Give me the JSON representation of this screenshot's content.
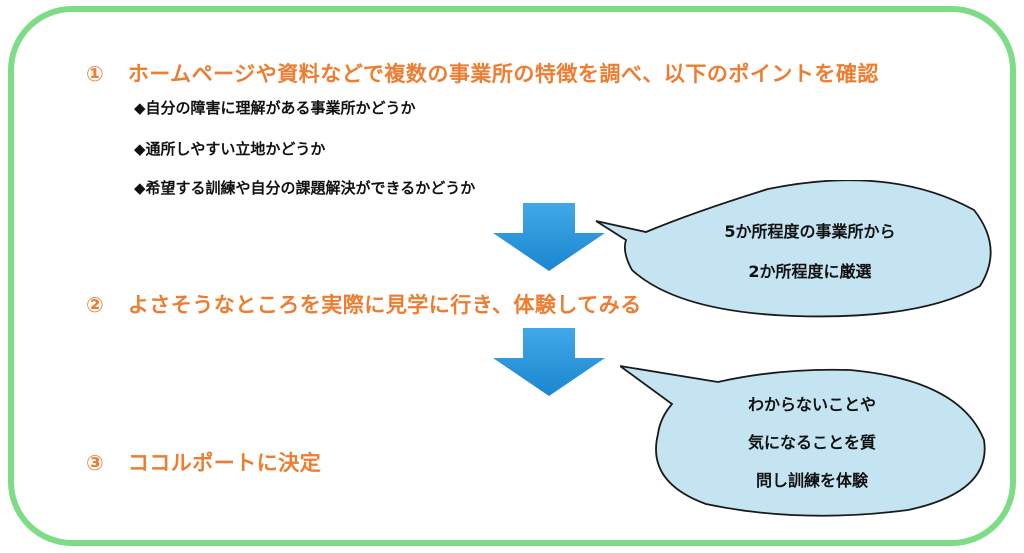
{
  "steps": [
    {
      "number": "①",
      "text": "ホームページや資料などで複数の事業所の特徴を調べ、以下のポイントを確認",
      "bullets": [
        "◆自分の障害に理解がある事業所かどうか",
        "◆通所しやすい立地かどうか",
        "◆希望する訓練や自分の課題解決ができるかどうか"
      ]
    },
    {
      "number": "②",
      "text": "よさそうなところを実際に見学に行き、体験してみる"
    },
    {
      "number": "③",
      "text": "ココルポートに決定"
    }
  ],
  "bubbles": [
    {
      "lines": [
        "5か所程度の事業所から",
        "2か所程度に厳選"
      ]
    },
    {
      "lines": [
        "わからないことや",
        "気になることを質",
        "問し訓練を体験"
      ]
    }
  ],
  "colors": {
    "frame_border": "#7fdc86",
    "step_text": "#ed7d31",
    "arrow_top": "#3fa9e8",
    "arrow_bottom": "#1c86cf",
    "bubble_fill": "#c4e4f2",
    "bubble_stroke": "#1a1a1a"
  },
  "icons": {
    "arrow": "down-arrow-icon"
  }
}
